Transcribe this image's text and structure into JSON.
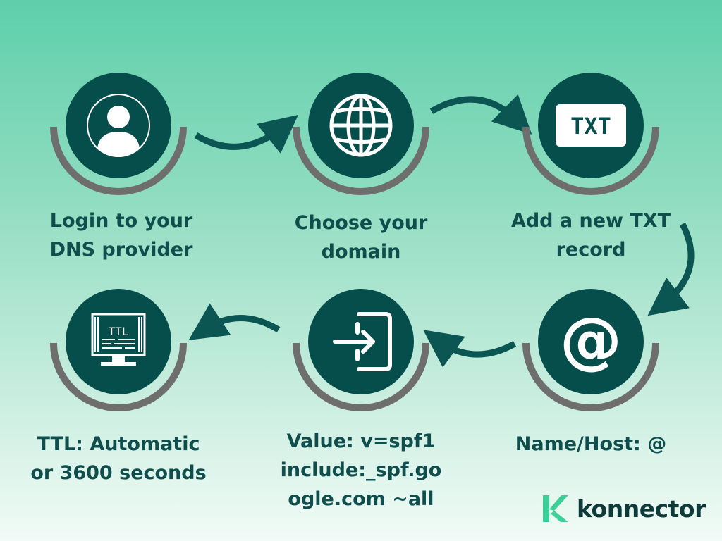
{
  "steps": [
    {
      "label": "Login to your\nDNS provider",
      "icon": "user-icon"
    },
    {
      "label": "Choose your\ndomain",
      "icon": "globe-icon"
    },
    {
      "label": "Add a new TXT\nrecord",
      "icon": "txt-icon",
      "icon_text": "TXT"
    },
    {
      "label": "Name/Host: @",
      "icon": "at-icon",
      "icon_text": "@"
    },
    {
      "label": "Value: v=spf1\ninclude:_spf.go\nogle.com ~all",
      "icon": "login-icon"
    },
    {
      "label": "TTL: Automatic\nor 3600 seconds",
      "icon": "ttl-monitor-icon",
      "icon_text": "TTL"
    }
  ],
  "brand": {
    "name": "konnector",
    "icon": "konnector-logo-icon"
  },
  "colors": {
    "circle": "#064e4c",
    "ring": "#6e6e6e",
    "label": "#0f4e4c",
    "brand_accent": "#3ccf9a"
  }
}
